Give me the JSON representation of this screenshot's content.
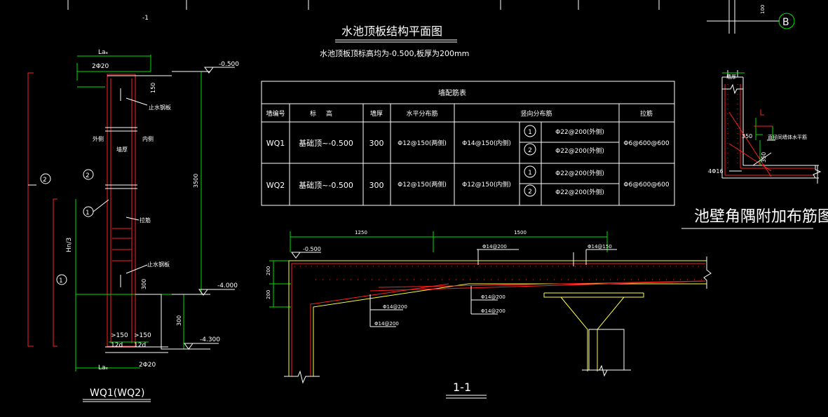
{
  "colors": {
    "background": "#000000",
    "white": "#ffffff",
    "green": "#00e000",
    "red": "#ff2020",
    "yellow": "#ffff40"
  },
  "drawing": {
    "title": "水池顶板结构平面图",
    "subtitle": "水池顶板顶标高均为-0.500,板厚为200mm",
    "grid_label_b": "B",
    "tick_100": "100",
    "marker_top_left": "-1"
  },
  "table": {
    "title": "墙配筋表",
    "headers": [
      "墙编号",
      "标高",
      "墙厚",
      "水平分布筋",
      "竖向分布筋",
      "拉筋"
    ],
    "rows": [
      {
        "id": "WQ1",
        "elev": "基础顶~-0.500",
        "thick": "300",
        "horiz": "Φ12@150(两侧)",
        "vert_main": "Φ14@150(内侧)",
        "sub": [
          {
            "n": "1",
            "v": "Φ22@200(外侧)"
          },
          {
            "n": "2",
            "v": "Φ22@200(外侧)"
          }
        ],
        "tie": "Φ6@600@600"
      },
      {
        "id": "WQ2",
        "elev": "基础顶~-0.500",
        "thick": "300",
        "horiz": "Φ12@150(两侧)",
        "vert_main": "Φ12@150(内侧)",
        "sub": [
          {
            "n": "1",
            "v": "Φ22@200(外侧)"
          },
          {
            "n": "2",
            "v": "Φ22@200(外侧)"
          }
        ],
        "tie": "Φ6@600@600"
      }
    ]
  },
  "left_section": {
    "title": "WQ1(WQ2)",
    "la_top": "Laₑ",
    "la_bottom": "Laₑ",
    "rebar_top": "2Φ20",
    "rebar_bottom": "2Φ20",
    "dim_150": "150",
    "water_stop_top": "止水钢板",
    "outer": "外侧",
    "inner": "内侧",
    "wall_thick": "墙厚",
    "ties": "拉筋",
    "water_stop_bottom": "止水钢板",
    "dim_300_small": "300",
    "elev_top": "-0.500",
    "elev_mid": "-4.000",
    "elev_bot": "-4.300",
    "dim_3500": "3500",
    "dim_300": "300",
    "hn3": "Hn/3",
    "mark_1": "1",
    "mark_2": "2",
    "bot_150_left": ">150",
    "bot_150_right": ">150",
    "bot_12d_left": "12d",
    "bot_12d_right": "12d"
  },
  "section_11": {
    "title": "1-1",
    "dim_left": "1250",
    "dim_right": "1500",
    "elev": "-0.500",
    "dim_200_top": "200",
    "dim_200_bot": "200",
    "rebar_top_mid": "Φ14@200",
    "rebar_top_right": "Φ14@150",
    "rebar_a": "Φ14@200",
    "rebar_b": "Φ14@200",
    "rebar_c": "Φ14@200",
    "rebar_d": "Φ14@200"
  },
  "corner_detail": {
    "title": "池壁角隅附加布筋图",
    "wall_thick": "墙厚",
    "dim_350a": "350",
    "dim_350b": "350",
    "note": "直径同墙体水平筋",
    "rebar": "4Φ16"
  }
}
